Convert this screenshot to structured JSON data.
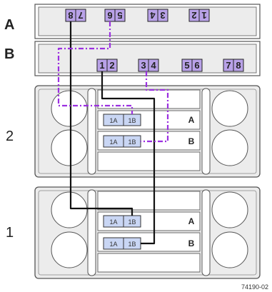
{
  "rows": {
    "top_a": "A",
    "top_b": "B",
    "shelf_2": "2",
    "shelf_1": "1"
  },
  "controller_a_ports": [
    "8",
    "7",
    "6",
    "5",
    "4",
    "3",
    "2",
    "1"
  ],
  "controller_b_ports": [
    "1",
    "2",
    "3",
    "4",
    "5",
    "6",
    "7",
    "8"
  ],
  "esm_channels": {
    "left": "1A",
    "right": "1B"
  },
  "esm_slots": {
    "upper": "A",
    "lower": "B"
  },
  "cable_colors": {
    "black": "#111111",
    "purple": "#9b30e0",
    "port_fill": "#b9a2e8",
    "channel_fill": "#c9d6f4"
  },
  "figure_id": "74190-02"
}
